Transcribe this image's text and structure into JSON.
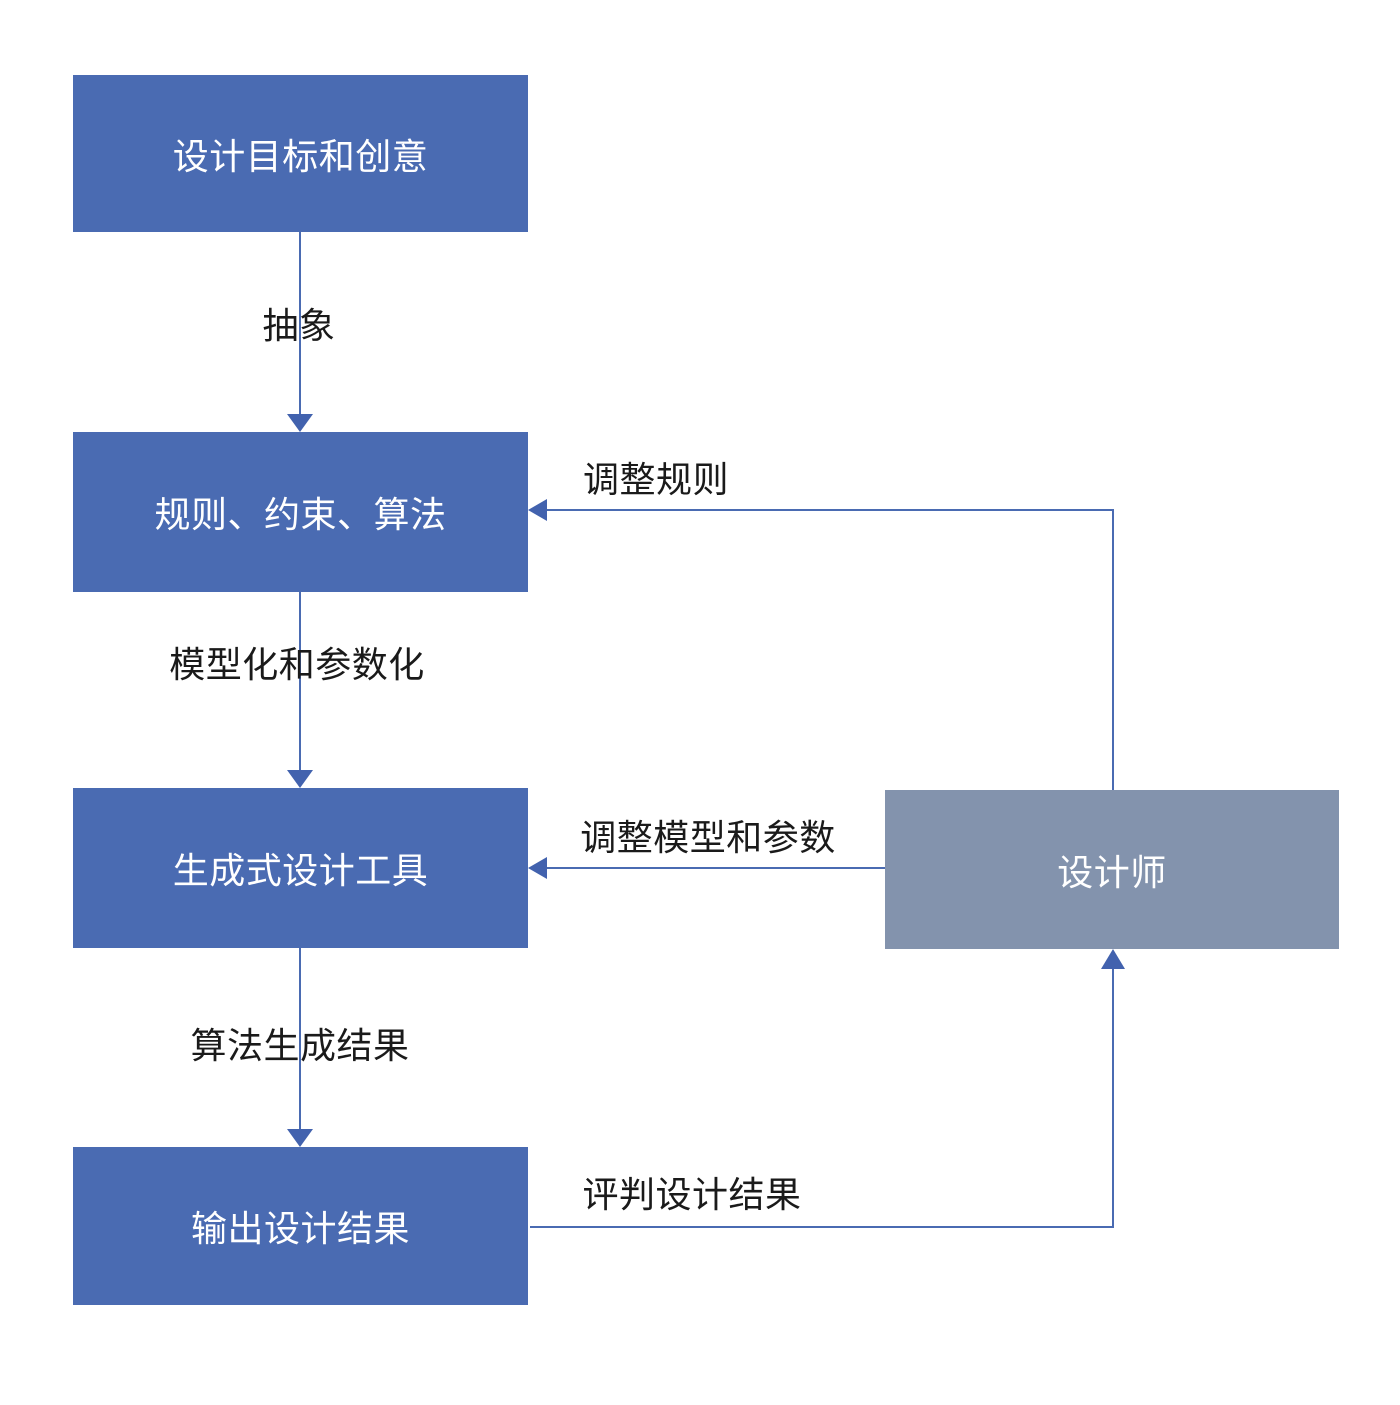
{
  "diagram": {
    "nodes": [
      {
        "id": "goal",
        "label": "设计目标和创意",
        "type": "process",
        "color": "#4a6bb2"
      },
      {
        "id": "rules",
        "label": "规则、约束、算法",
        "type": "process",
        "color": "#4a6bb2"
      },
      {
        "id": "tool",
        "label": "生成式设计工具",
        "type": "process",
        "color": "#4a6bb2"
      },
      {
        "id": "output",
        "label": "输出设计结果",
        "type": "process",
        "color": "#4a6bb2"
      },
      {
        "id": "designer",
        "label": "设计师",
        "type": "actor",
        "color": "#8393ad"
      }
    ],
    "edges": [
      {
        "from": "goal",
        "to": "rules",
        "label": "抽象"
      },
      {
        "from": "rules",
        "to": "tool",
        "label": "模型化和参数化"
      },
      {
        "from": "tool",
        "to": "output",
        "label": "算法生成结果"
      },
      {
        "from": "designer",
        "to": "rules",
        "label": "调整规则"
      },
      {
        "from": "designer",
        "to": "tool",
        "label": "调整模型和参数"
      },
      {
        "from": "output",
        "to": "designer",
        "label": "评判设计结果"
      }
    ],
    "colors": {
      "node_blue": "#4a6bb2",
      "node_gray": "#8393ad",
      "arrow": "#4a6bb2",
      "arrowhead": "#4262ae",
      "label_text": "#1a1a1a",
      "node_text": "#ffffff",
      "background": "#ffffff"
    }
  }
}
